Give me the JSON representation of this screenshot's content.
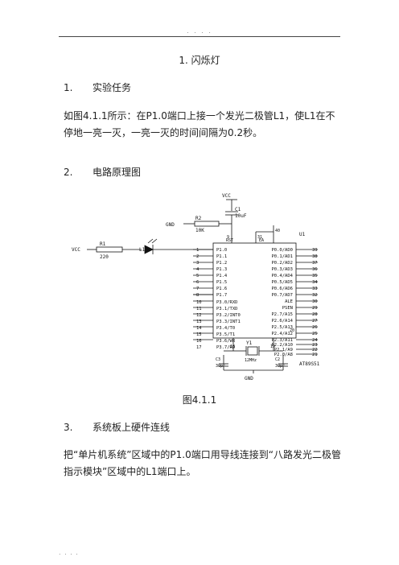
{
  "header": {
    "dots": ". .   . ."
  },
  "title": "1.  闪烁灯",
  "sections": [
    {
      "num": "1.",
      "label": "实验任务"
    },
    {
      "num": "2.",
      "label": "电路原理图"
    },
    {
      "num": "3.",
      "label": "系统板上硬件连线"
    }
  ],
  "para1": "如图4.1.1所示：在P1.0端口上接一个发光二极管L1，使L1在不停地一亮一灭，一亮一灭的时间间隔为0.2秒。",
  "para2": "把“单片机系统”区域中的P1.0端口用导线连接到“八路发光二极管指示模块”区域中的L1端口上。",
  "figure": {
    "caption": "图4.1.1",
    "labels": {
      "vcc_top": "VCC",
      "c1": "C1",
      "c1_val": "10uF",
      "r2": "R2",
      "r2_val": "10K",
      "gnd_left": "GND",
      "vcc_left": "VCC",
      "r1": "R1",
      "r1_val": "220",
      "l1": "L1",
      "u1": "U1",
      "chip": "AT89S51",
      "rst": "RST",
      "ea": "EA",
      "y1": "Y1",
      "xtal": "12MHz",
      "c2": "C2",
      "c2_val": "30pF",
      "c3": "C3",
      "c3_val": "30pF",
      "gnd_bottom": "GND",
      "pin40": "40",
      "pin31": "31",
      "pin9": "9",
      "pin18": "18",
      "pin19": "19",
      "pin20": "20"
    },
    "left_pins": [
      {
        "n": "1",
        "name": "P1.0"
      },
      {
        "n": "2",
        "name": "P1.1"
      },
      {
        "n": "3",
        "name": "P1.2"
      },
      {
        "n": "4",
        "name": "P1.3"
      },
      {
        "n": "5",
        "name": "P1.4"
      },
      {
        "n": "6",
        "name": "P1.5"
      },
      {
        "n": "7",
        "name": "P1.6"
      },
      {
        "n": "8",
        "name": "P1.7"
      },
      {
        "n": "10",
        "name": "P3.0/RXD"
      },
      {
        "n": "11",
        "name": "P3.1/TXD"
      },
      {
        "n": "12",
        "name": "P3.2/INT0"
      },
      {
        "n": "13",
        "name": "P3.3/INT1"
      },
      {
        "n": "14",
        "name": "P3.4/T0"
      },
      {
        "n": "15",
        "name": "P3.5/T1"
      },
      {
        "n": "16",
        "name": "P3.6/WR"
      },
      {
        "n": "17",
        "name": "P3.7/RD"
      }
    ],
    "right_pins": [
      {
        "n": "39",
        "name": "P0.0/AD0"
      },
      {
        "n": "38",
        "name": "P0.1/AD1"
      },
      {
        "n": "37",
        "name": "P0.2/AD2"
      },
      {
        "n": "36",
        "name": "P0.3/AD3"
      },
      {
        "n": "35",
        "name": "P0.4/AD4"
      },
      {
        "n": "34",
        "name": "P0.5/AD5"
      },
      {
        "n": "33",
        "name": "P0.6/AD6"
      },
      {
        "n": "32",
        "name": "P0.7/AD7"
      },
      {
        "n": "30",
        "name": "ALE"
      },
      {
        "n": "29",
        "name": "PSEN"
      },
      {
        "n": "28",
        "name": "P2.7/A15"
      },
      {
        "n": "27",
        "name": "P2.6/A14"
      },
      {
        "n": "26",
        "name": "P2.5/A13"
      },
      {
        "n": "25",
        "name": "P2.4/A12"
      },
      {
        "n": "24",
        "name": "P2.3/A11"
      },
      {
        "n": "23",
        "name": "P2.2/A10"
      },
      {
        "n": "22",
        "name": "P2.1/A9"
      },
      {
        "n": "21",
        "name": "P2.0/A8"
      }
    ]
  },
  "footer": {
    "dots": ". . . ."
  }
}
